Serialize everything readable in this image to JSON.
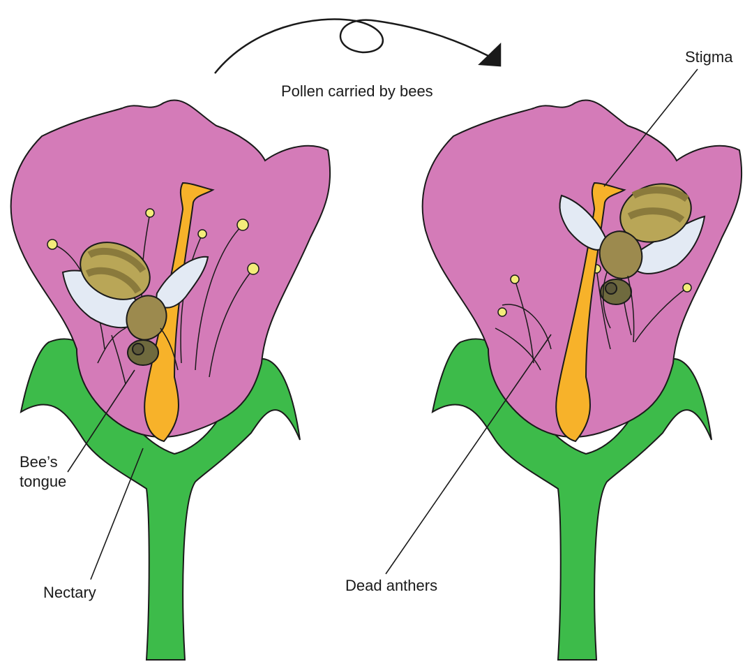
{
  "labels": {
    "arrow_caption": "Pollen carried by bees",
    "stigma": "Stigma",
    "bees_tongue_line1": "Bee’s",
    "bees_tongue_line2": "tongue",
    "nectary": "Nectary",
    "dead_anthers": "Dead anthers"
  },
  "colors": {
    "petal": "#d47bb8",
    "stem": "#3dbb4a",
    "style_pistil": "#f7b22a",
    "anther": "#f3ec7a",
    "bee_body": "#b9a657",
    "bee_stripe": "#8a7a3c",
    "bee_head": "#6f6a3e",
    "wing": "#e3eaf4",
    "outline": "#1a1a1a"
  }
}
